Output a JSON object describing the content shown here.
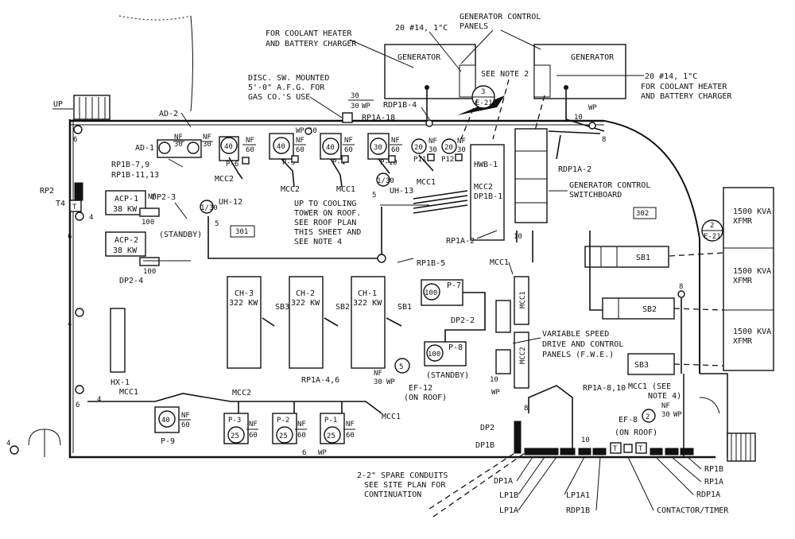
{
  "generator": "GENERATOR",
  "gen_control_panels_1": "GENERATOR CONTROL",
  "gen_control_panels_2": "PANELS",
  "cond_20_1": "20 #14, 1\"C",
  "cond_20_2": "20 #14, 1\"C",
  "coolant_1": "FOR COOLANT HEATER",
  "coolant_2": "AND BATTERY CHARGER",
  "see_note_2": "SEE NOTE 2",
  "sec_3": "3",
  "sec_e21": "E-21",
  "sec_2": "2",
  "disc_1": "DISC. SW. MOUNTED",
  "disc_2": "5'-0\" A.F.G. FOR",
  "disc_3": "GAS CO.'S USE",
  "sw_30_30": "30",
  "wp": "WP",
  "up": "UP",
  "ad2": "AD-2",
  "ad1": "AD-1",
  "nf": "NF",
  "v30": "30",
  "v60": "60",
  "v40": "40",
  "v20": "20",
  "v25": "25",
  "v100": "100",
  "v5": "5",
  "v4": "4",
  "v6": "6",
  "v8": "8",
  "v10": "10",
  "rp1a18": "RP1A-18",
  "rdp1b4": "RDP1B-4",
  "rp1b79": "RP1B-7,9",
  "rp1b1113": "RP1B-11,13",
  "p6": "P-6",
  "p5": "P-5",
  "p4": "P-4",
  "p10": "P-10",
  "p11": "P11",
  "p12": "P12",
  "mcc2": "MCC2",
  "mcc1": "MCC1",
  "hwb1": "HWB-1",
  "dp1b1": "DP1B-1",
  "rdp1a2": "RDP1A-2",
  "gen_sw_1": "GENERATOR CONTROL",
  "gen_sw_2": "SWITCHBOARD",
  "rp2": "RP2",
  "t4": "T4",
  "t": "T",
  "acp1": "ACP-1",
  "kw38": "38 KW",
  "acp2": "ACP-2",
  "dp23": "DP2-3",
  "dp24": "DP2-4",
  "uh12": "UH-12",
  "uh13": "UH-13",
  "uh_rating": "1/30",
  "standby": "(STANDBY)",
  "room_301": "301",
  "room_302": "302",
  "cooling_1": "UP TO COOLING",
  "cooling_2": "TOWER ON ROOF.",
  "cooling_3": "SEE ROOF PLAN",
  "cooling_4": "THIS SHEET AND",
  "cooling_5": "SEE NOTE 4",
  "rp1a2": "RP1A-2",
  "rp1b5": "RP1B-5",
  "xfmr_1": "1500 KVA",
  "xfmr_2": "XFMR",
  "sb1": "SB1",
  "sb2": "SB2",
  "sb3": "SB3",
  "ch3": "CH-3",
  "ch2": "CH-2",
  "ch1": "CH-1",
  "kw322": "322 KW",
  "p7": "P-7",
  "p8": "P-8",
  "dp22": "DP2-2",
  "vsd_1": "VARIABLE SPEED",
  "vsd_2": "DRIVE AND CONTROL",
  "vsd_3": "PANELS (F.W.E.)",
  "hx1": "HX-1",
  "rp1a46": "RP1A-4,6",
  "ef12": "EF-12",
  "on_roof": "(ON ROOF)",
  "rp1a810": "RP1A-8,10",
  "mcc1_see_1": "MCC1 (SEE",
  "mcc1_see_2": "NOTE 4)",
  "ef8": "EF-8",
  "p9": "P-9",
  "p3": "P-3",
  "p2": "P-2",
  "p1": "P-1",
  "dp2": "DP2",
  "dp1b": "DP1B",
  "spare_1": "2-2\" SPARE CONDUITS",
  "spare_2": "SEE SITE PLAN FOR",
  "spare_3": "CONTINUATION",
  "dp1a": "DP1A",
  "lp1b": "LP1B",
  "lp1a": "LP1A",
  "lp1a1": "LP1A1",
  "rdp1b": "RDP1B",
  "contactor": "CONTACTOR/TIMER",
  "rp1b": "RP1B",
  "rp1a": "RP1A",
  "rdp1a": "RDP1A"
}
